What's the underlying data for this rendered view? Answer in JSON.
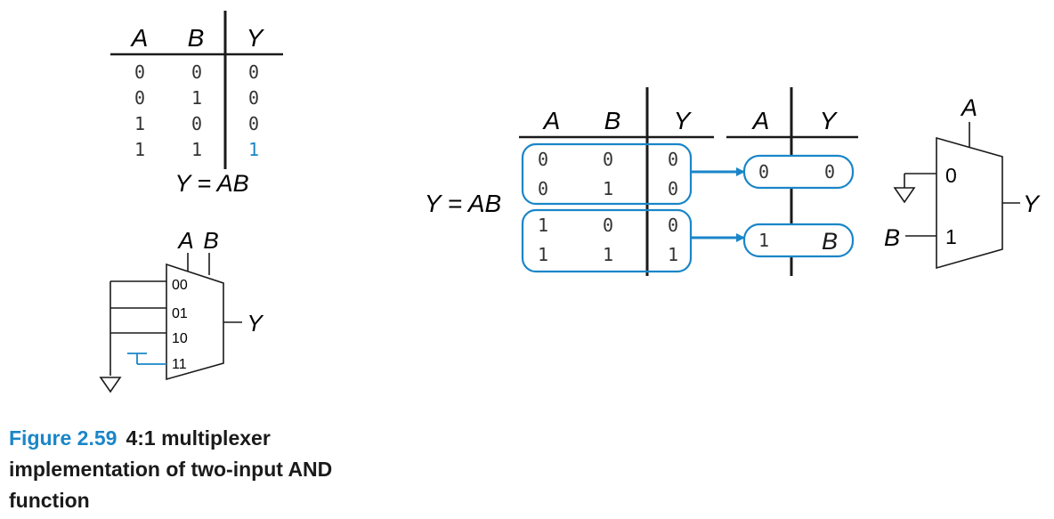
{
  "colors": {
    "accent": "#1a86c8",
    "ink": "#1a1a1a"
  },
  "left_table": {
    "headers": [
      "A",
      "B",
      "Y"
    ],
    "rows": [
      [
        "0",
        "0",
        "0"
      ],
      [
        "0",
        "1",
        "0"
      ],
      [
        "1",
        "0",
        "0"
      ],
      [
        "1",
        "1",
        "1"
      ]
    ],
    "equation": "Y = AB"
  },
  "left_mux": {
    "select_a": "A",
    "select_b": "B",
    "inputs": [
      "00",
      "01",
      "10",
      "11"
    ],
    "output": "Y"
  },
  "right_table": {
    "equation": "Y = AB",
    "headers": [
      "A",
      "B",
      "Y"
    ],
    "rows": [
      [
        "0",
        "0",
        "0"
      ],
      [
        "0",
        "1",
        "0"
      ],
      [
        "1",
        "0",
        "0"
      ],
      [
        "1",
        "1",
        "1"
      ]
    ],
    "reduced_headers": [
      "A",
      "Y"
    ],
    "reduced_rows": [
      [
        "0",
        "0"
      ],
      [
        "1",
        "B"
      ]
    ]
  },
  "right_mux": {
    "select": "A",
    "input0": "0",
    "input1": "1",
    "in_b": "B",
    "output": "Y"
  },
  "caption": {
    "number": "Figure 2.59",
    "line1": "4:1 multiplexer",
    "line2": "implementation of two-input AND",
    "line3": "function"
  }
}
